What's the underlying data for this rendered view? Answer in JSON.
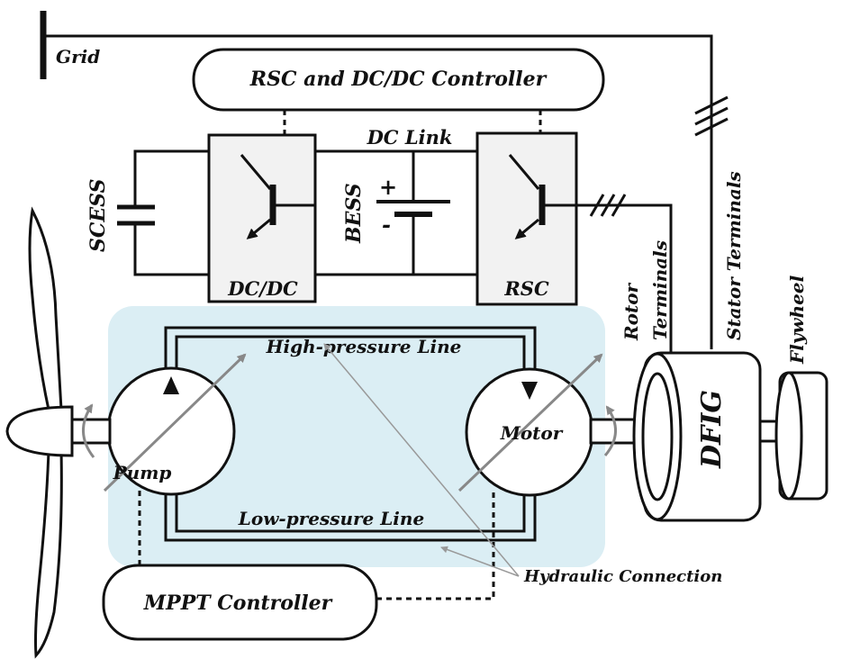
{
  "labels": {
    "grid": "Grid",
    "controller_top": "RSC and DC/DC Controller",
    "dc_link": "DC Link",
    "scess": "SCESS",
    "bess": "BESS",
    "dcdc": "DC/DC",
    "rsc": "RSC",
    "rotor_terminals_1": "Rotor",
    "rotor_terminals_2": "Terminals",
    "stator_terminals": "Stator Terminals",
    "flywheel": "Flywheel",
    "high_pressure": "High-pressure Line",
    "low_pressure": "Low-pressure Line",
    "pump": "Pump",
    "motor": "Motor",
    "dfig": "DFIG",
    "mppt": "MPPT Controller",
    "hydraulic": "Hydraulic Connection",
    "plus": "+",
    "minus": "-"
  },
  "colors": {
    "hydraulic_area": "#dbeef4",
    "line": "#222222",
    "arrow_gray": "#888888",
    "box_fill": "#f2f2f2"
  }
}
